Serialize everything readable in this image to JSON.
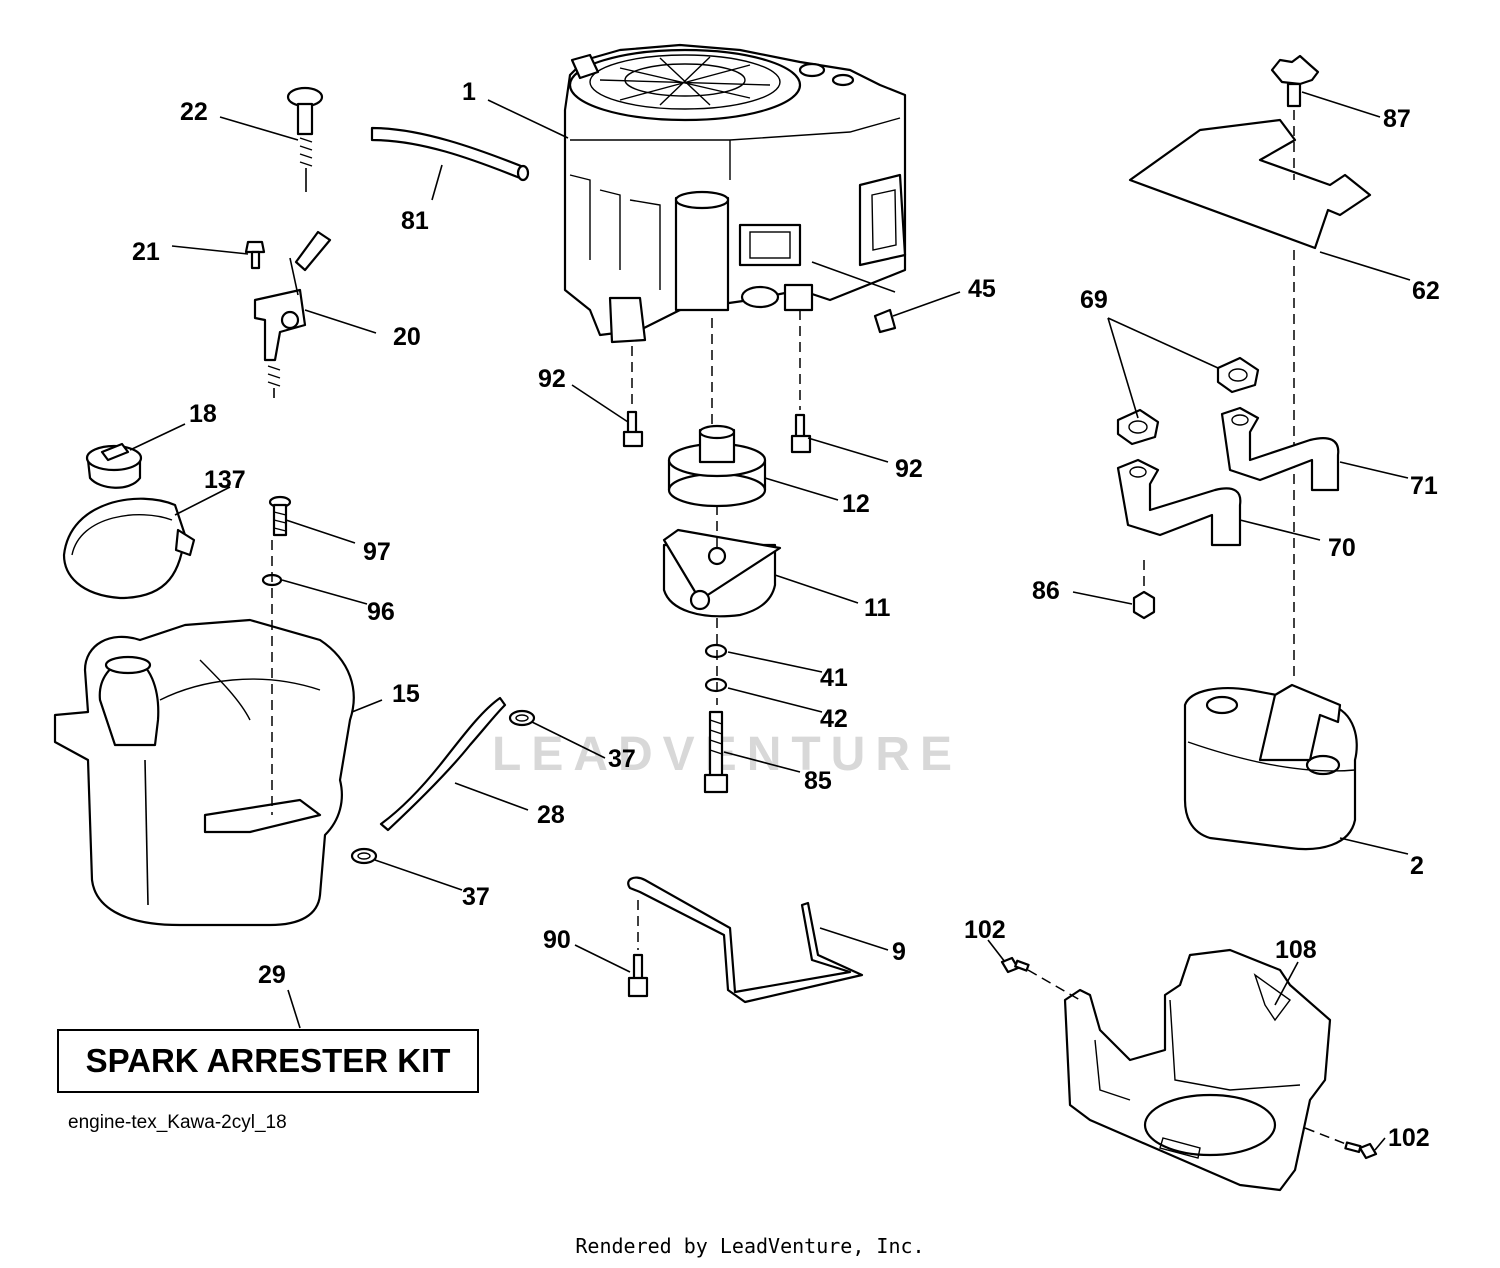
{
  "watermark": "LEADVENTURE",
  "kit_label": "SPARK ARRESTER KIT",
  "diagram_code": "engine-tex_Kawa-2cyl_18",
  "footer": "Rendered by LeadVenture, Inc.",
  "callouts": {
    "c1": "1",
    "c2": "2",
    "c9": "9",
    "c11": "11",
    "c12": "12",
    "c15": "15",
    "c18": "18",
    "c20": "20",
    "c21": "21",
    "c22": "22",
    "c28": "28",
    "c29": "29",
    "c37a": "37",
    "c37b": "37",
    "c41": "41",
    "c42": "42",
    "c45": "45",
    "c62": "62",
    "c69": "69",
    "c70": "70",
    "c71": "71",
    "c81": "81",
    "c85": "85",
    "c86": "86",
    "c87": "87",
    "c90": "90",
    "c92a": "92",
    "c92b": "92",
    "c96": "96",
    "c97": "97",
    "c102a": "102",
    "c102b": "102",
    "c108": "108",
    "c137": "137"
  }
}
